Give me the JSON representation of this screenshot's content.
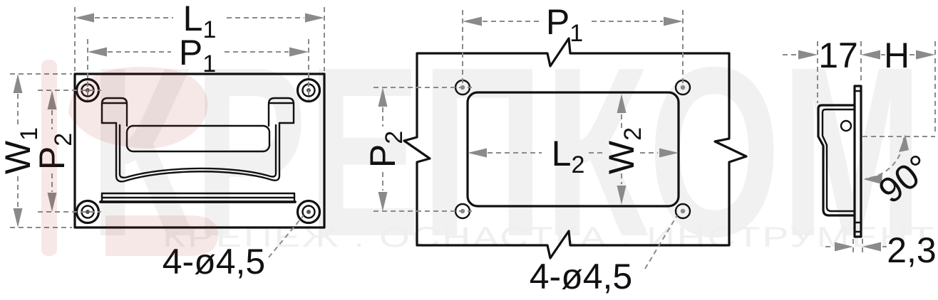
{
  "watermark": {
    "brand": "КРЕПКОМ",
    "tagline": "КРЕПЕЖ . ОСНАСТКА . ИНСТРУМЕНТ"
  },
  "front_view": {
    "dim_L1": {
      "base": "L",
      "sub": "1"
    },
    "dim_P1": {
      "base": "P",
      "sub": "1"
    },
    "dim_W1": {
      "base": "W",
      "sub": "1"
    },
    "dim_P2": {
      "base": "P",
      "sub": "2"
    },
    "hole_note": "4-ø4,5"
  },
  "cutout_view": {
    "dim_P1": {
      "base": "P",
      "sub": "1"
    },
    "dim_P2": {
      "base": "P",
      "sub": "2"
    },
    "dim_L2": {
      "base": "L",
      "sub": "2"
    },
    "dim_W2": {
      "base": "W",
      "sub": "2"
    },
    "hole_note": "4-ø4,5"
  },
  "side_view": {
    "depth": "17",
    "height": "H",
    "angle": "90°",
    "thickness": "2,3"
  },
  "colors": {
    "line": "#111111",
    "dimension_gray": "#8a8a8a",
    "accent_red": "#b02020",
    "watermark_gray": "#f1f1f1",
    "background": "#ffffff"
  }
}
